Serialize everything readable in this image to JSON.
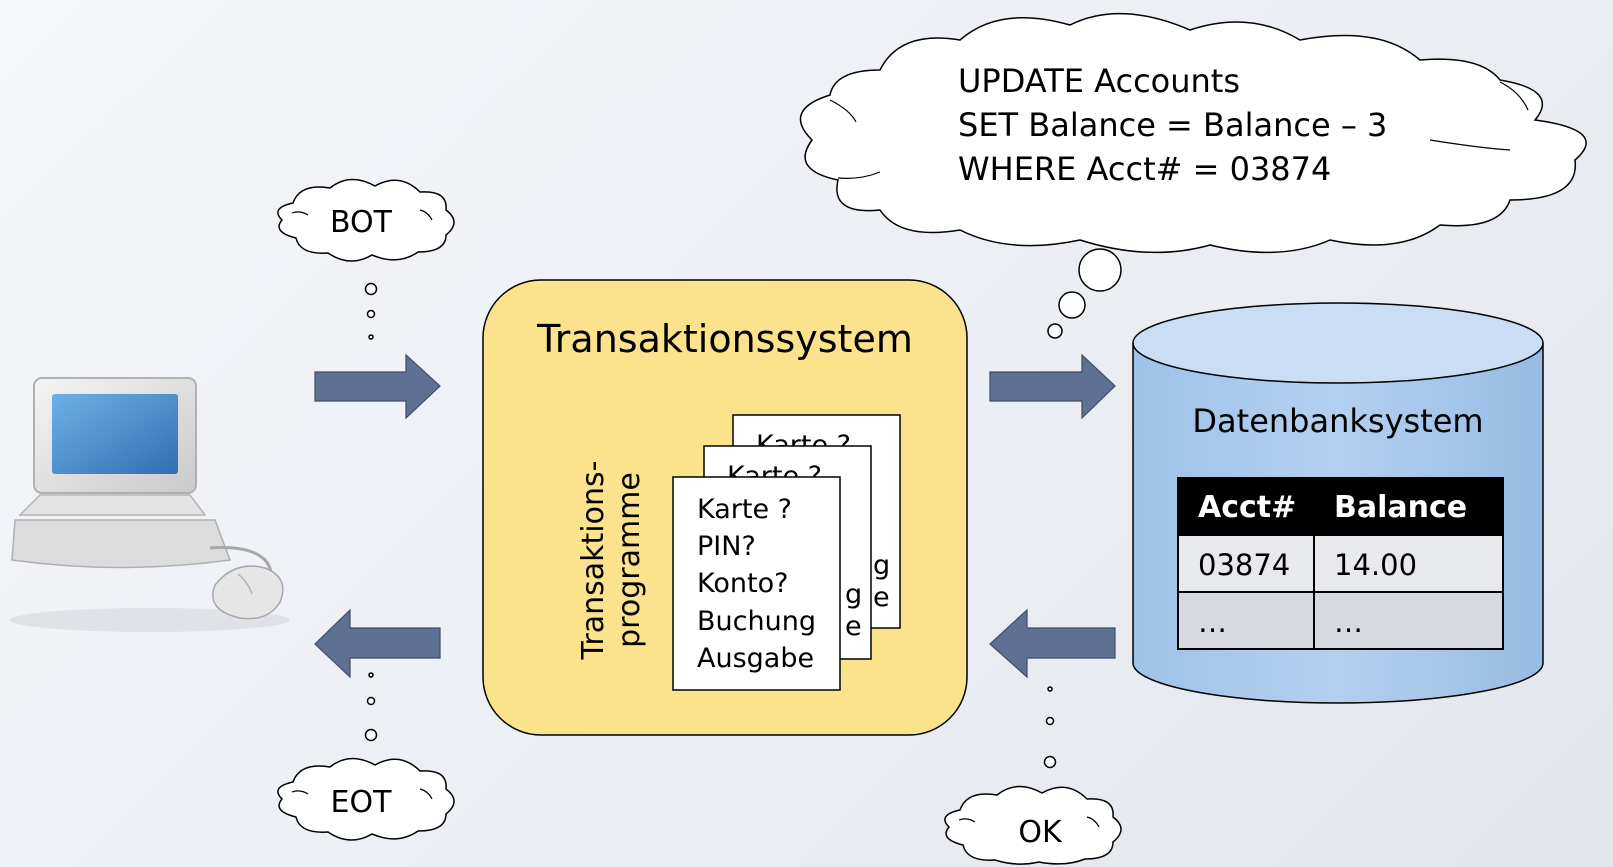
{
  "clouds": {
    "bot": "BOT",
    "eot": "EOT",
    "ok": "OK",
    "sql_line1": "UPDATE Accounts",
    "sql_line2": "SET Balance = Balance – 3",
    "sql_line3": "WHERE Acct# = 03874"
  },
  "transaction_system": {
    "title": "Transaktionssystem",
    "programs_label_1": "Transaktions-",
    "programs_label_2": "programme",
    "card_back": "Karte ?",
    "card_mid": "Karte ?",
    "card_front_lines": [
      "Karte ?",
      "PIN?",
      "Konto?",
      "Buchung",
      "Ausgabe"
    ]
  },
  "database_system": {
    "title": "Datenbanksystem",
    "table": {
      "headers": [
        "Acct#",
        "Balance"
      ],
      "rows": [
        [
          "03874",
          "14.00"
        ],
        [
          "…",
          "…"
        ]
      ]
    }
  },
  "colors": {
    "arrow": "#5f7193",
    "transaction_box": "#fbe38e",
    "database_top": "#c9def4",
    "database_body": "#a9c8ea",
    "table_header": "#000000"
  },
  "icons": [
    "computer-icon",
    "mouse-icon"
  ]
}
